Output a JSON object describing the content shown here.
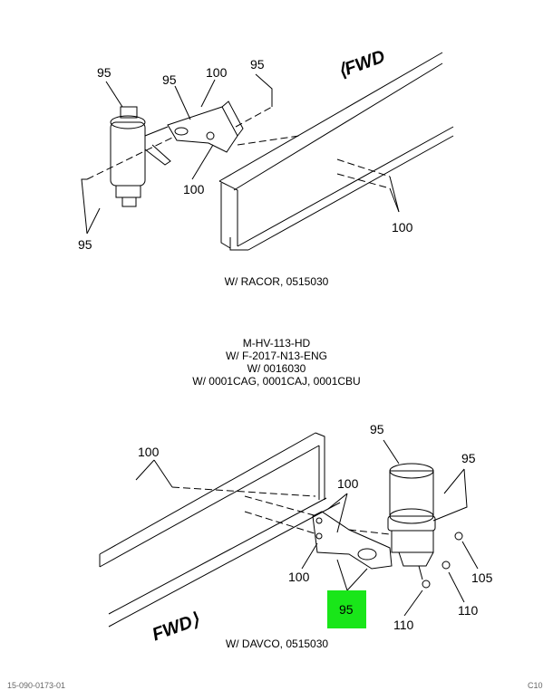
{
  "top_diagram": {
    "fwd_label": "FWD",
    "caption": "W/ RACOR, 0515030",
    "callouts": {
      "a": "95",
      "b": "95",
      "c": "100",
      "d": "95",
      "e": "100",
      "f": "95",
      "g": "100"
    }
  },
  "conditions": {
    "line1": "M-HV-113-HD",
    "line2": "W/ F-2017-N13-ENG",
    "line3": "W/ 0016030",
    "line4": "W/ 0001CAG, 0001CAJ, 0001CBU"
  },
  "bottom_diagram": {
    "fwd_label": "FWD",
    "caption": "W/ DAVCO, 0515030",
    "callouts": {
      "a": "95",
      "b": "100",
      "c": "95",
      "d": "100",
      "e": "100",
      "f": "95",
      "g": "105",
      "h": "110",
      "i": "110"
    },
    "highlight_color": "#19e619"
  },
  "footer": {
    "left": "15-090-0173-01",
    "right": "C10"
  }
}
